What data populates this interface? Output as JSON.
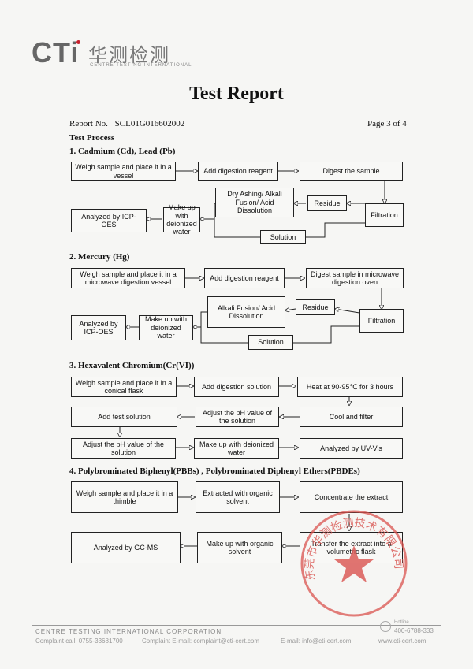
{
  "header": {
    "logo_text": "CTi",
    "logo_cn": "华测检测",
    "logo_en": "CENTRE TESTING INTERNATIONAL"
  },
  "title": "Test Report",
  "report_no_label": "Report No.",
  "report_no_value": "SCL01G016602002",
  "page_info": "Page 3 of 4",
  "process_title": "Test Process",
  "sections": [
    {
      "title": "1.   Cadmium (Cd), Lead (Pb)",
      "boxes": {
        "weigh": "Weigh sample and place it in a vessel",
        "add": "Add digestion reagent",
        "digest": "Digest the sample",
        "filtration": "Filtration",
        "residue": "Residue",
        "dry": "Dry Ashing/ Alkali Fusion/ Acid Dissolution",
        "solution": "Solution",
        "makeup": "Make up with deionized water",
        "analyzed": "Analyzed by ICP-OES"
      }
    },
    {
      "title": "2.   Mercury (Hg)",
      "boxes": {
        "weigh": "Weigh sample and place it in a microwave digestion vessel",
        "add": "Add digestion reagent",
        "digest": "Digest sample in microwave digestion oven",
        "filtration": "Filtration",
        "residue": "Residue",
        "alkali": "Alkali Fusion/ Acid Dissolution",
        "solution": "Solution",
        "makeup": "Make up with deionized water",
        "analyzed": "Analyzed by ICP-OES"
      }
    },
    {
      "title": "3.   Hexavalent Chromium(Cr(VI))",
      "boxes": {
        "weigh": "Weigh sample and place it in a conical flask",
        "add": "Add digestion solution",
        "heat": "Heat at 90-95℃ for 3 hours",
        "cool": "Cool and filter",
        "adjust1": "Adjust the pH value of the solution",
        "addtest": "Add test solution",
        "adjust2": "Adjust the pH value of the solution",
        "makeup": "Make up with deionized water",
        "analyzed": "Analyzed by UV-Vis"
      }
    },
    {
      "title": "4.   Polybrominated Biphenyl(PBBs) , Polybrominated Diphenyl Ethers(PBDEs)",
      "boxes": {
        "weigh": "Weigh sample and place it in a thimble",
        "extract": "Extracted with organic solvent",
        "concentrate": "Concentrate the extract",
        "transfer": "Transfer the extract into a volumetric flask",
        "makeup": "Make up with organic solvent",
        "analyzed": "Analyzed by GC-MS"
      }
    }
  ],
  "footer": {
    "org": "CENTRE TESTING INTERNATIONAL CORPORATION",
    "complaint_call": "Complaint call: 0755-33681700",
    "complaint_email": "Complaint E-mail: complaint@cti-cert.com",
    "email": "E-mail: info@cti-cert.com",
    "website": "www.cti-cert.com",
    "hotline_label": "Hotline",
    "hotline_number": "400-6788-333"
  },
  "stamp": {
    "text": "东莞市华测检测技术有限公司"
  },
  "colors": {
    "stamp": "#d9534f",
    "logo_dot": "#c8202c"
  }
}
